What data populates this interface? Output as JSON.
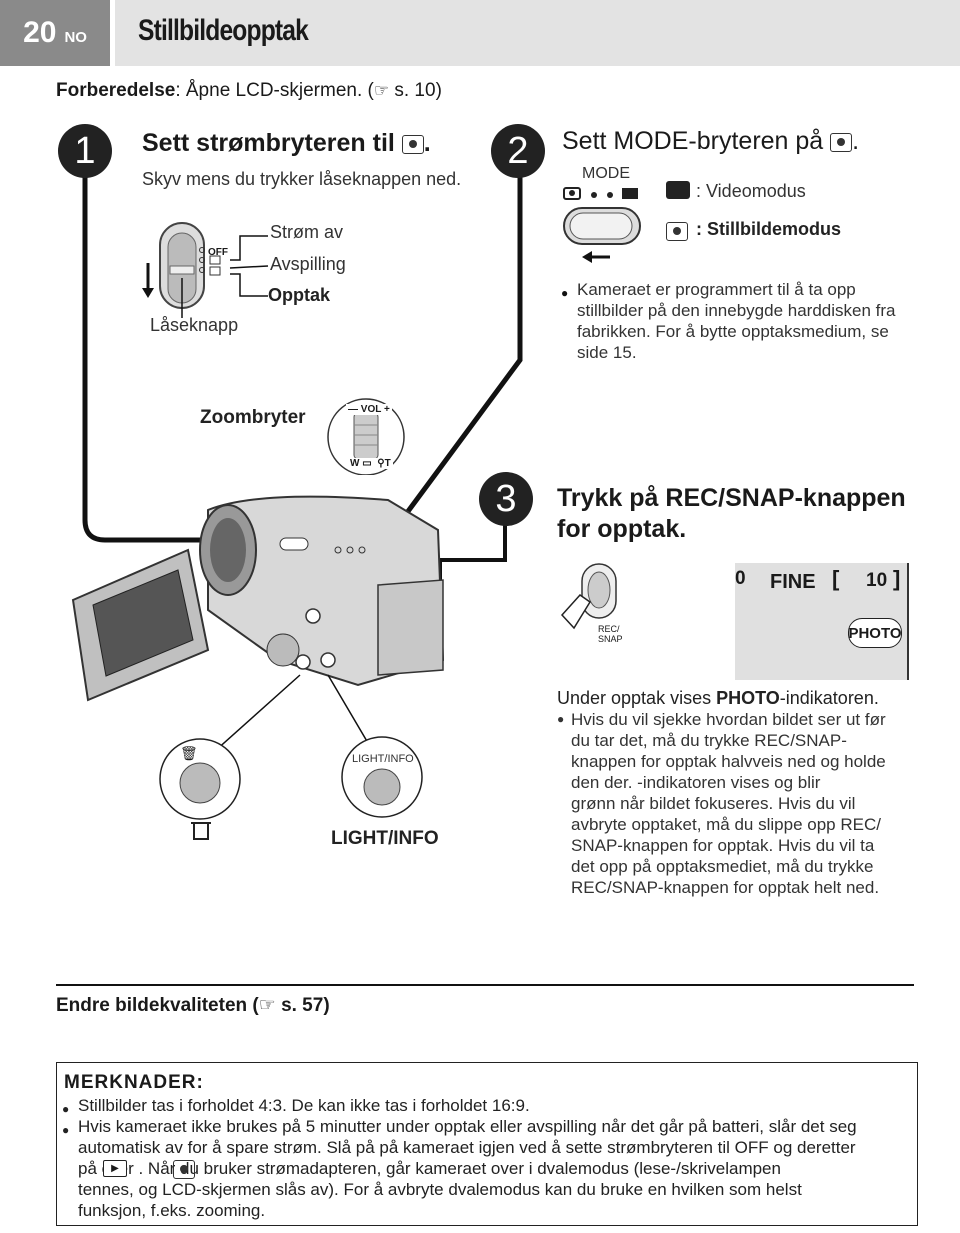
{
  "header": {
    "page_number": "20",
    "language": "NO",
    "title": "Stillbildeopptak"
  },
  "preparation": {
    "label": "Forberedelse",
    "text": ": Åpne LCD-skjermen. (",
    "ref": "s. 10)"
  },
  "step1": {
    "number": "1",
    "title": "Sett strømbryteren til",
    "desc": "Skyv mens du trykker låseknappen ned.",
    "switch_off": "OFF",
    "label_off": "Strøm av",
    "label_play": "Avspilling",
    "label_rec": "Opptak",
    "lock_label": "Låseknapp"
  },
  "step2": {
    "number": "2",
    "title": "Sett MODE-bryteren på",
    "mode_label": "MODE",
    "video_mode": ": Videomodus",
    "still_mode": ": Stillbildemodus",
    "bullet": "Kameraet er programmert til å ta opp stillbilder på den innebygde harddisken fra fabrikken. For å bytte opptaksmedium, se side 15."
  },
  "zoom": {
    "label": "Zoombryter",
    "vol": "VOL",
    "w": "W",
    "t": "T"
  },
  "step3": {
    "number": "3",
    "title_line1": "Trykk på REC/SNAP-knappen",
    "title_line2": "for opptak.",
    "btn_label1": "REC/",
    "btn_label2": "SNAP",
    "screen_fine": "FINE",
    "screen_count": "10",
    "screen_photo": "PHOTO",
    "screen_partial": "0",
    "under_a": "Under opptak vises ",
    "under_bold": "PHOTO",
    "under_b": "-indikatoren.",
    "bullet_lines": [
      "Hvis du vil sjekke hvordan bildet ser ut før",
      "du tar det, må du trykke REC/SNAP-",
      "knappen for opptak halvveis ned og holde",
      "den der.   -indikatoren vises og blir",
      "grønn når bildet fokuseres. Hvis du vil",
      "avbryte opptaket, må du slippe opp REC/",
      "SNAP-knappen for opptak. Hvis du vil ta",
      "det opp på opptaksmediet, må du trykke",
      "REC/SNAP-knappen for opptak helt ned."
    ]
  },
  "lightinfo": {
    "small": "LIGHT/INFO",
    "big": "LIGHT/INFO"
  },
  "quality": {
    "text": "Endre bildekvaliteten (",
    "ref": "s. 57)"
  },
  "notes": {
    "title": "MERKNADER:",
    "items": [
      "Stillbilder tas i forholdet 4:3. De kan ikke tas i forholdet 16:9.",
      "Hvis kameraet ikke brukes på 5 minutter under opptak eller avspilling når det går på batteri, slår det seg",
      "automatisk av for å spare strøm. Slå på på kameraet igjen ved å sette strømbryteren til OFF og deretter",
      "på     eller     . Når du bruker strømadapteren, går kameraet over i dvalemodus (lese-/skrivelampen",
      "tennes, og LCD-skjermen slås av). For å avbryte dvalemodus kan du bruke en hvilken som helst",
      "funksjon, f.eks. zooming."
    ]
  },
  "colors": {
    "header_gray": "#8a8a8a",
    "title_bar": "#e3e3e3",
    "text": "#1a1a1a"
  }
}
